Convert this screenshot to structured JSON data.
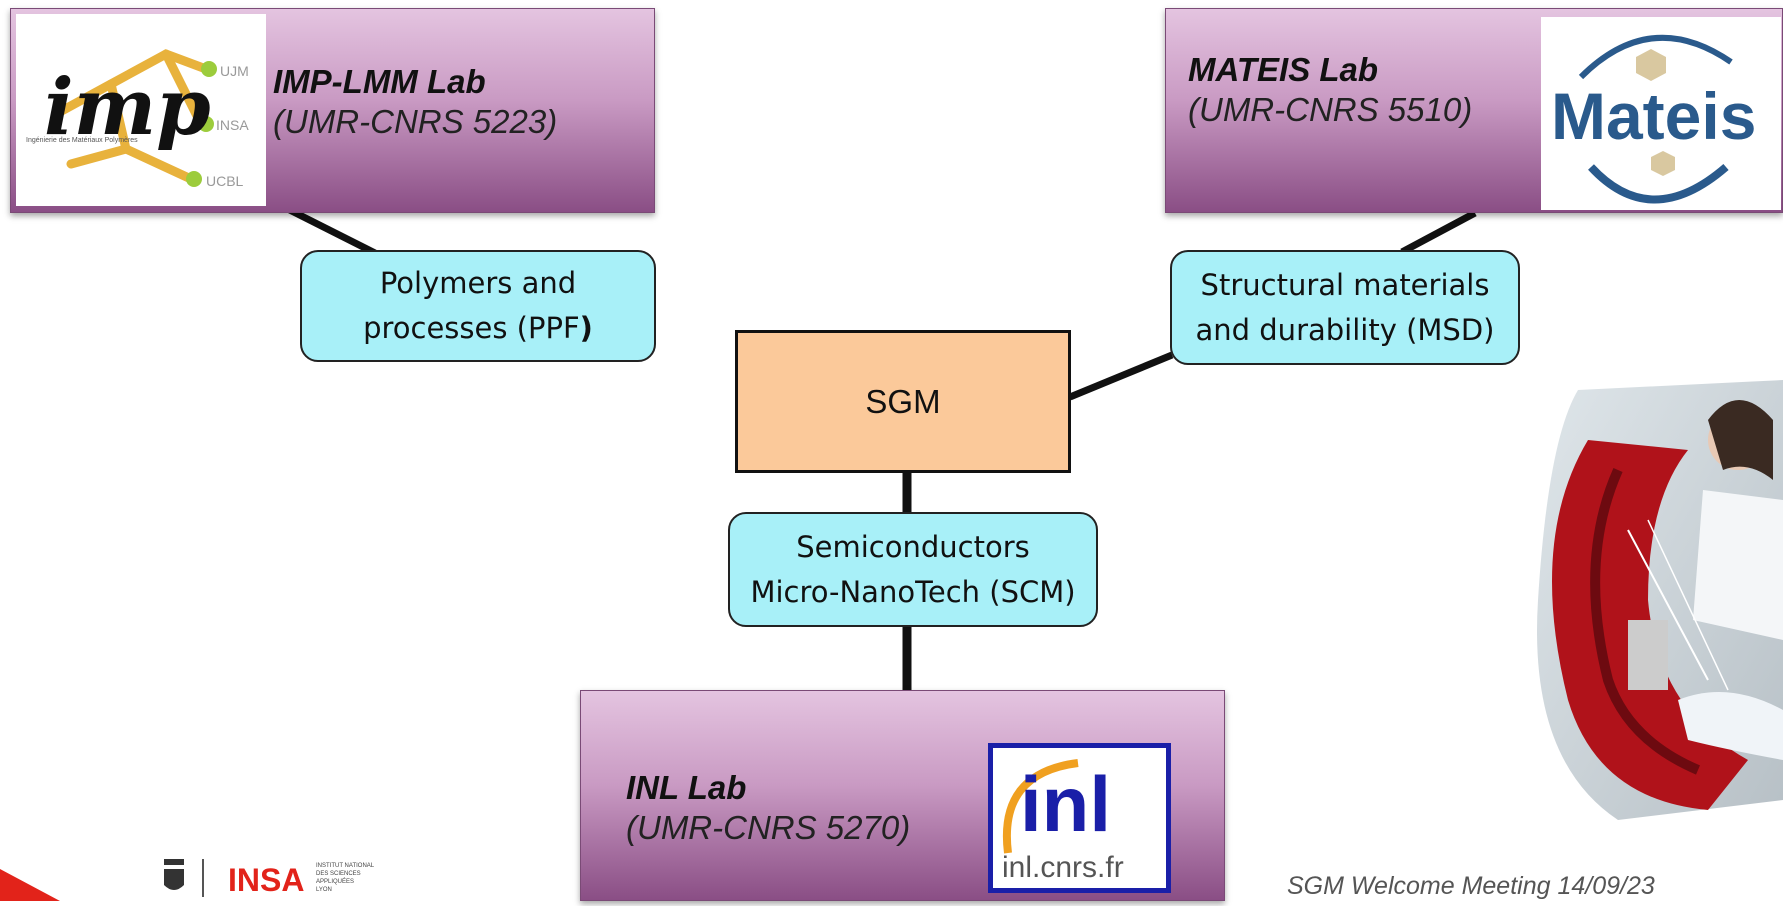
{
  "center": {
    "label": "SGM"
  },
  "labs": {
    "imp": {
      "title": "IMP-LMM Lab",
      "subtitle": "(UMR-CNRS 5223)",
      "logo_text": "imp",
      "logo_tags": [
        "UJM",
        "INSA",
        "UCBL"
      ],
      "logo_caption": "Ingénierie des Matériaux Polymères"
    },
    "mateis": {
      "title": "MATEIS Lab",
      "subtitle": "(UMR-CNRS 5510)",
      "logo_text": "Mateis"
    },
    "inl": {
      "title": "INL Lab",
      "subtitle": "(UMR-CNRS 5270)",
      "logo_text": "inl",
      "logo_url": "inl.cnrs.fr"
    }
  },
  "teams": {
    "ppf": {
      "line1": "Polymers and",
      "line2": "processes (PPF",
      "line2_bold": ")"
    },
    "msd": {
      "line1": "Structural materials",
      "line2": "and durability (MSD)"
    },
    "scm": {
      "line1": "Semiconductors",
      "line2": "Micro-NanoTech (SCM)"
    }
  },
  "footer": {
    "meeting": "SGM Welcome Meeting 14/09/23",
    "insa_logo": "INSA",
    "insa_full": [
      "INSTITUT NATIONAL",
      "DES SCIENCES",
      "APPLIQUÉES",
      "LYON"
    ]
  },
  "colors": {
    "lab_box": "#c99ac3",
    "team_box": "#a8f0f8",
    "center_box": "#fbc99a",
    "insa_red": "#e2231a",
    "inl_blue": "#1a1fa8",
    "mateis_blue": "#2a5a8c"
  },
  "icons": [
    "imp-logo",
    "mateis-logo",
    "inl-logo",
    "insa-logo",
    "university-lyon-crest-icon",
    "lab-photo"
  ]
}
